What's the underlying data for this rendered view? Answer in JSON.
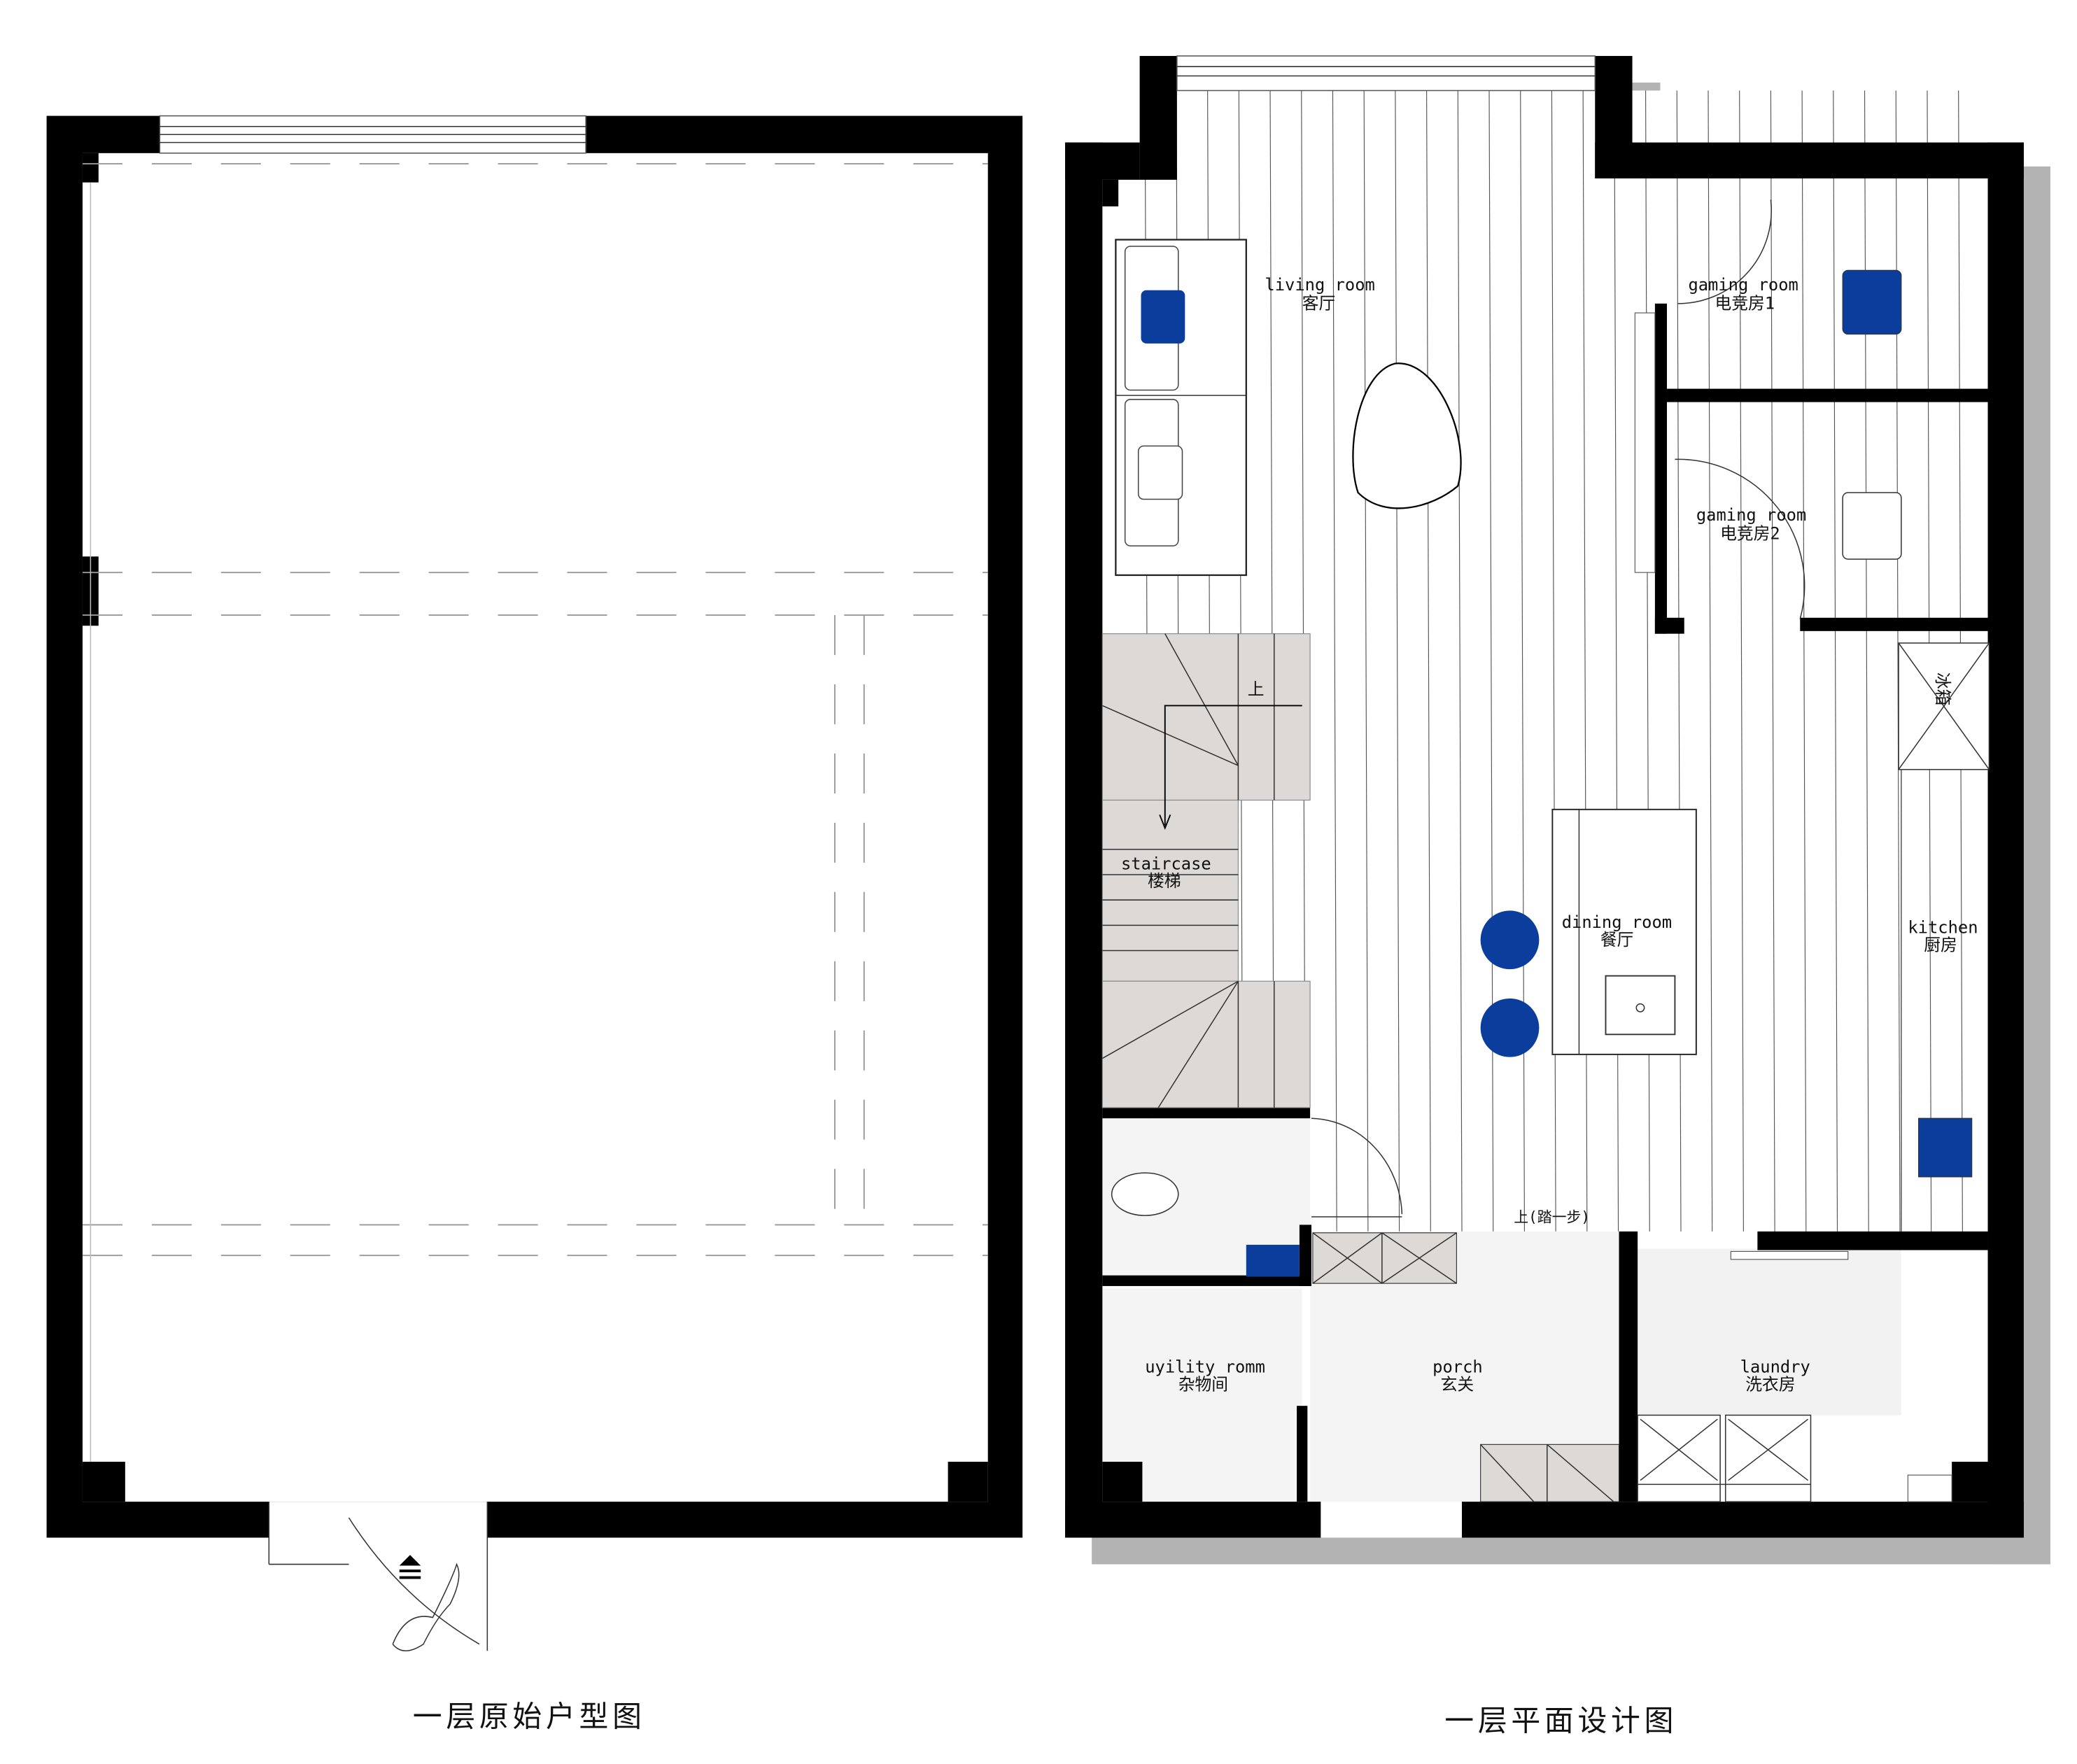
{
  "left_plan": {
    "caption": "一层原始户型图",
    "entrance_icon": "entrance-arrow-icon"
  },
  "right_plan": {
    "caption": "一层平面设计图",
    "rooms": {
      "living": {
        "en": "living room",
        "cn": "客厅"
      },
      "gaming1": {
        "en": "gaming room",
        "cn": "电竞房1"
      },
      "gaming2": {
        "en": "gaming room",
        "cn": "电竞房2"
      },
      "staircase": {
        "en": "staircase",
        "cn": "楼梯"
      },
      "dining": {
        "en": "dining room",
        "cn": "餐厅"
      },
      "kitchen": {
        "en": "kitchen",
        "cn": "厨房"
      },
      "utility": {
        "en": "uyility romm",
        "cn": "杂物间"
      },
      "porch": {
        "en": "porch",
        "cn": "玄关"
      },
      "laundry": {
        "en": "laundry",
        "cn": "洗衣房"
      }
    },
    "stair_up": "上",
    "step_up": "上(踏一步)",
    "fridge": "冰箱"
  },
  "colors": {
    "accent_blue": "#0b3d9c",
    "wall": "#000000",
    "shadow": "#b3b3b3",
    "stair_fill": "#dcd9d6"
  }
}
